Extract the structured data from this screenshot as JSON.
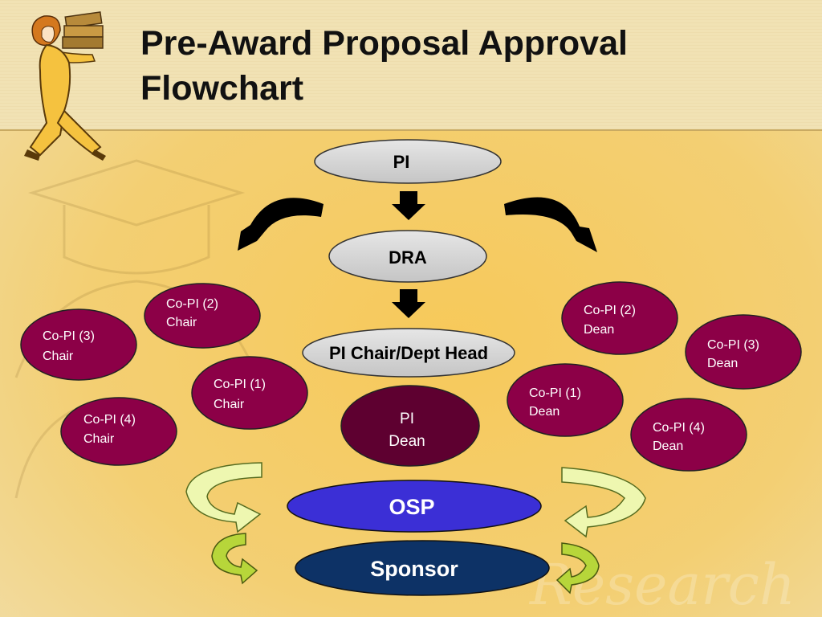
{
  "slide": {
    "title_line1": "Pre-Award Proposal Approval",
    "title_line2": "Flowchart",
    "watermark_text": "Research"
  },
  "colors": {
    "grey_node": "#d4d4d4",
    "maroon_node": "#8c0047",
    "dark_maroon_node": "#5e0030",
    "osp_node": "#3b2fd6",
    "sponsor_node": "#0d3266",
    "curved_green_arrow": "#eef7b0",
    "small_green_arrow": "#b7d63a"
  },
  "nodes": {
    "pi": {
      "line1": "PI"
    },
    "dra": {
      "line1": "DRA"
    },
    "pi_chair": {
      "line1": "PI Chair/Dept Head"
    },
    "copi2_chair": {
      "line1": "Co-PI (2)",
      "line2": "Chair"
    },
    "copi3_chair": {
      "line1": "Co-PI (3)",
      "line2": "Chair"
    },
    "copi1_chair": {
      "line1": "Co-PI (1)",
      "line2": "Chair"
    },
    "copi4_chair": {
      "line1": "Co-PI (4)",
      "line2": "Chair"
    },
    "pi_dean": {
      "line1": "PI",
      "line2": "Dean"
    },
    "copi2_dean": {
      "line1": "Co-PI (2)",
      "line2": "Dean"
    },
    "copi3_dean": {
      "line1": "Co-PI (3)",
      "line2": "Dean"
    },
    "copi1_dean": {
      "line1": "Co-PI (1)",
      "line2": "Dean"
    },
    "copi4_dean": {
      "line1": "Co-PI (4)",
      "line2": "Dean"
    },
    "osp": {
      "line1": "OSP"
    },
    "sponsor": {
      "line1": "Sponsor"
    }
  },
  "icons": {
    "clipart": "woman-carrying-books-icon",
    "arrow_down": "arrow-down-icon",
    "curved_arrow": "curved-arrow-icon"
  }
}
